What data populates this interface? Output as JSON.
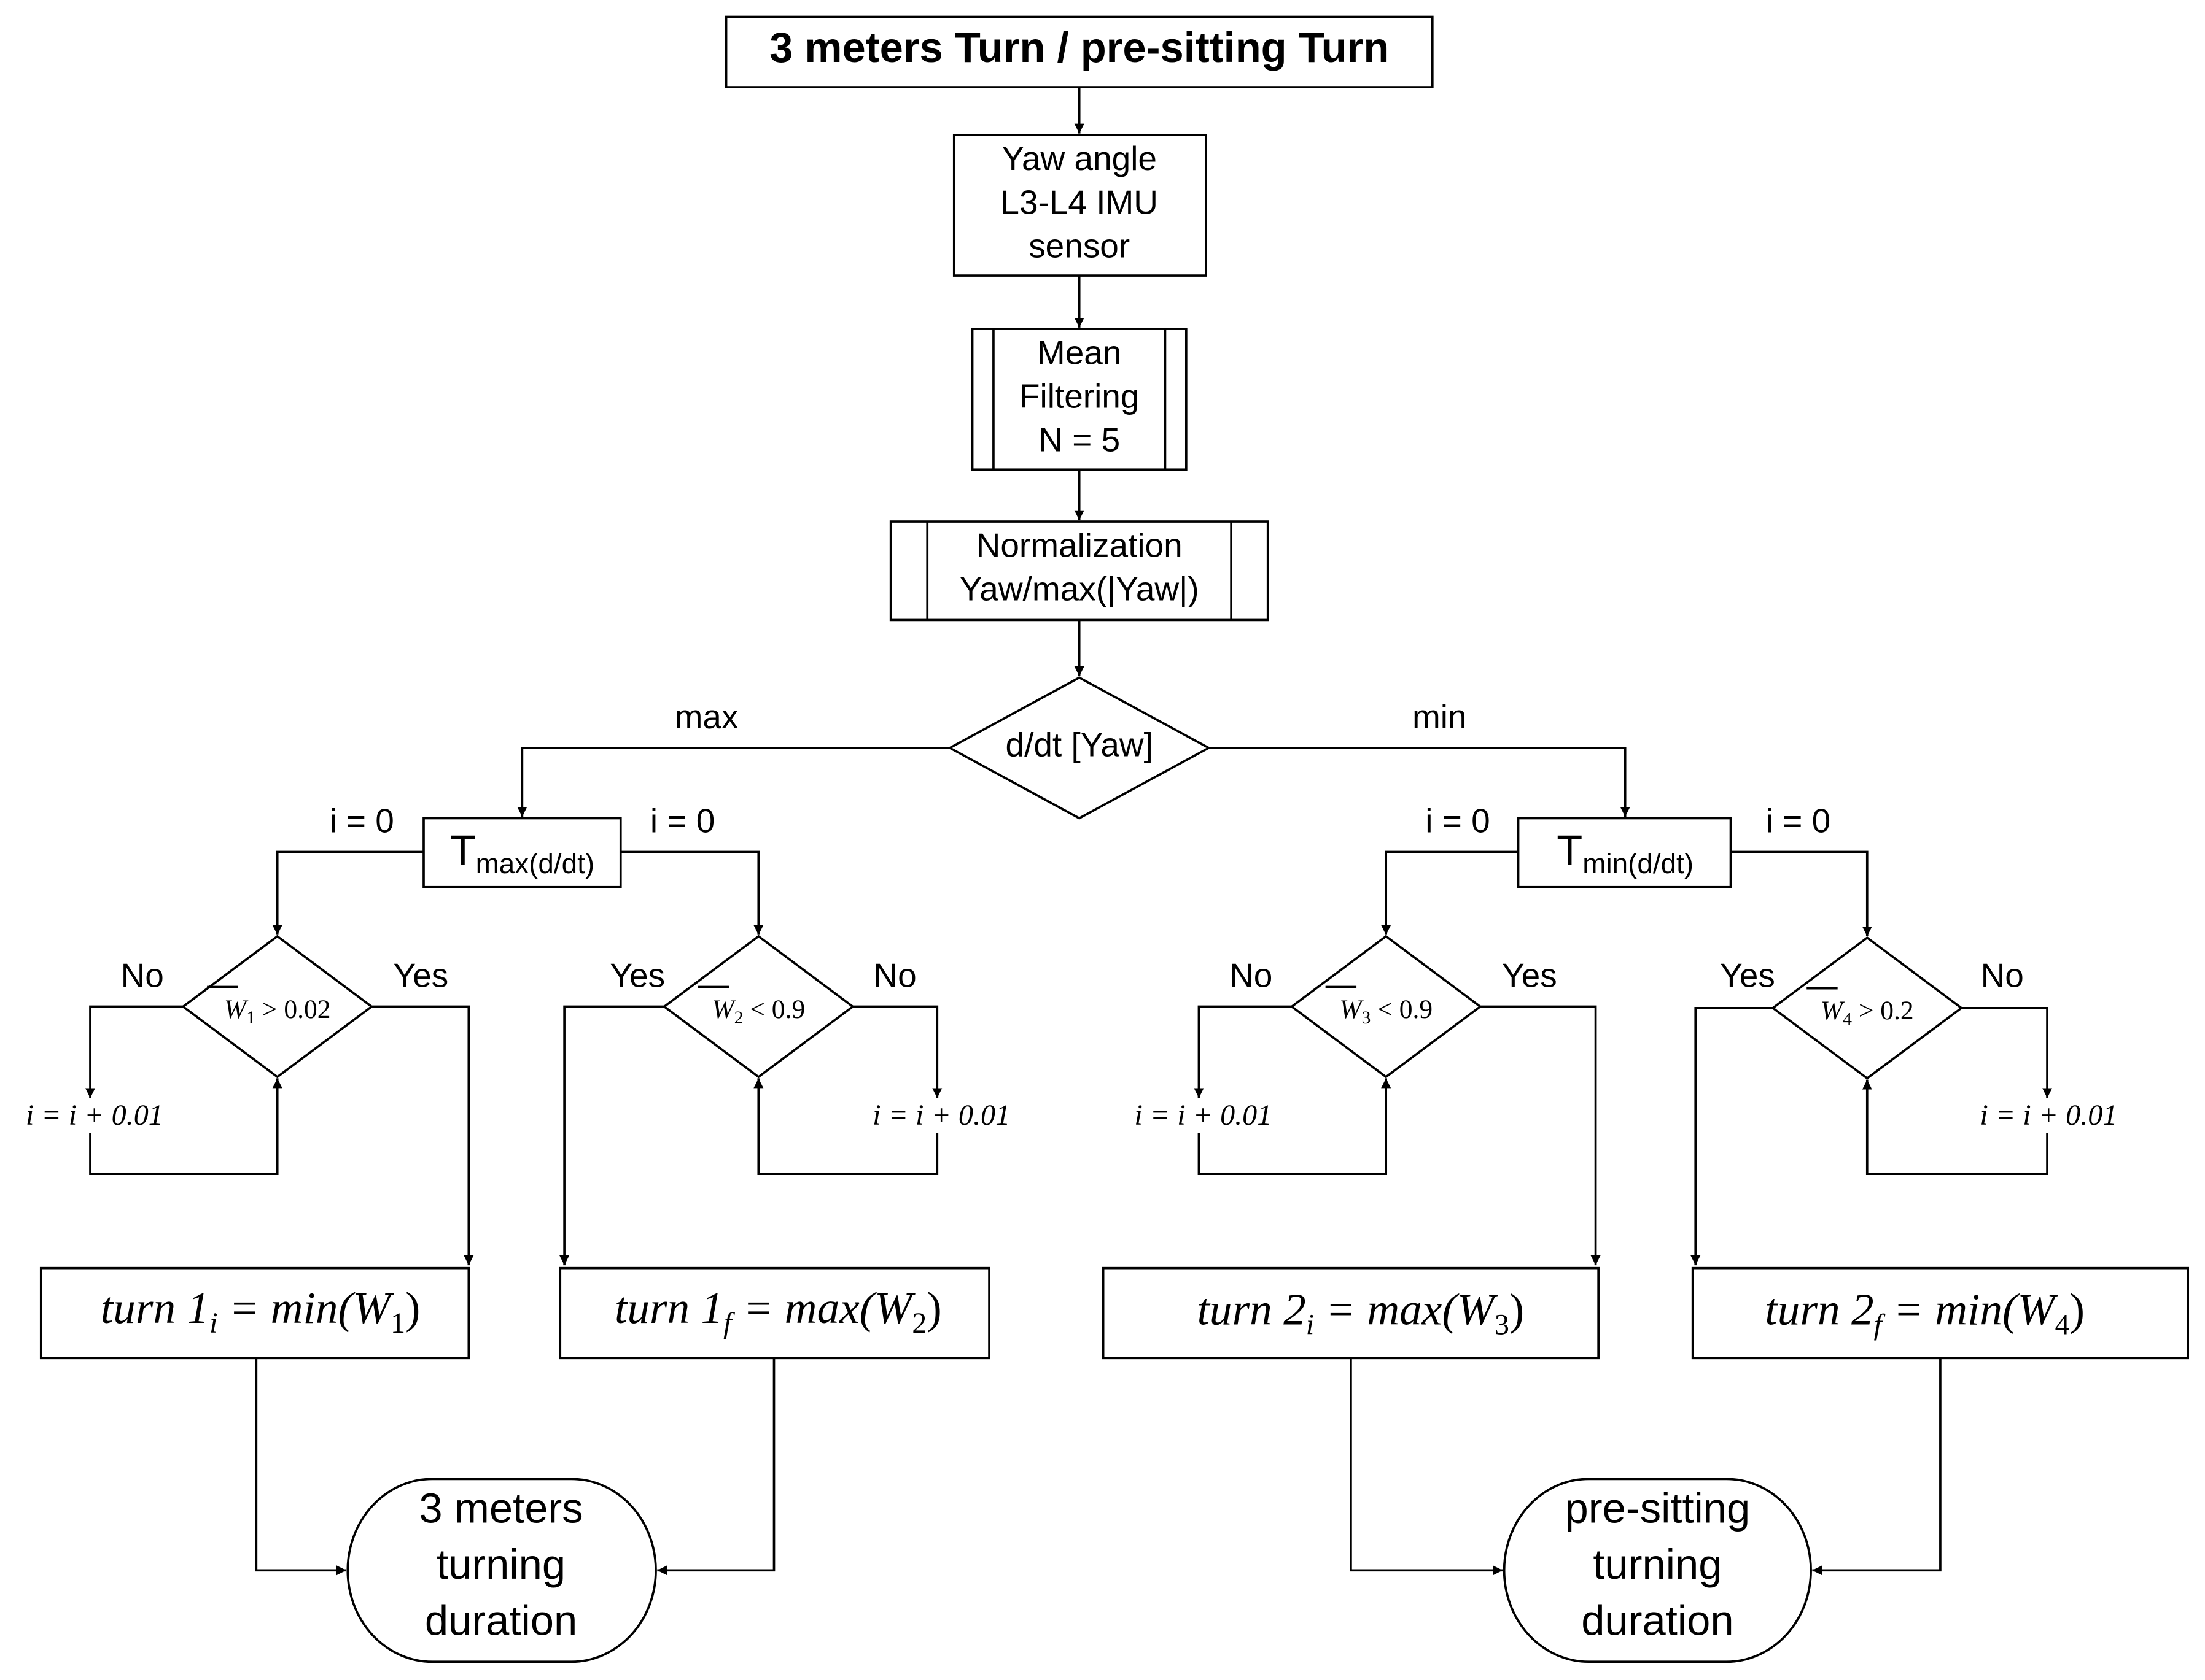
{
  "title": "3 meters Turn / pre-sitting Turn",
  "yaw_box": [
    "Yaw angle",
    "L3-L4 IMU",
    "sensor"
  ],
  "mean_box": [
    "Mean",
    "Filtering",
    "N = 5"
  ],
  "norm_box": [
    "Normalization",
    "Yaw/max(|Yaw|)"
  ],
  "derivative_decision": "d/dt [Yaw]",
  "branch_labels": {
    "max": "max",
    "min": "min"
  },
  "tmax": {
    "main": "T",
    "sub": "max(d/dt)"
  },
  "tmin": {
    "main": "T",
    "sub": "min(d/dt)"
  },
  "init_label": "i = 0",
  "yes": "Yes",
  "no": "No",
  "increment": "i = i + 0.01",
  "conditions": [
    {
      "var": "W",
      "sub": "1",
      "rest": " > 0.02"
    },
    {
      "var": "W",
      "sub": "2",
      "rest": " < 0.9"
    },
    {
      "var": "W",
      "sub": "3",
      "rest": " < 0.9"
    },
    {
      "var": "W",
      "sub": "4",
      "rest": " > 0.2"
    }
  ],
  "results": [
    {
      "lhs": "turn 1",
      "sub": "i",
      "rhs": " = min(W",
      "wsub": "1",
      "close": ")"
    },
    {
      "lhs": "turn 1",
      "sub": "f",
      "rhs": " = max(W",
      "wsub": "2",
      "close": ")"
    },
    {
      "lhs": "turn 2",
      "sub": "i",
      "rhs": " = max(W",
      "wsub": "3",
      "close": ")"
    },
    {
      "lhs": "turn 2",
      "sub": "f",
      "rhs": " = min(W",
      "wsub": "4",
      "close": ")"
    }
  ],
  "terminals": [
    [
      "3 meters",
      "turning",
      "duration"
    ],
    [
      "pre-sitting",
      "turning",
      "duration"
    ]
  ]
}
